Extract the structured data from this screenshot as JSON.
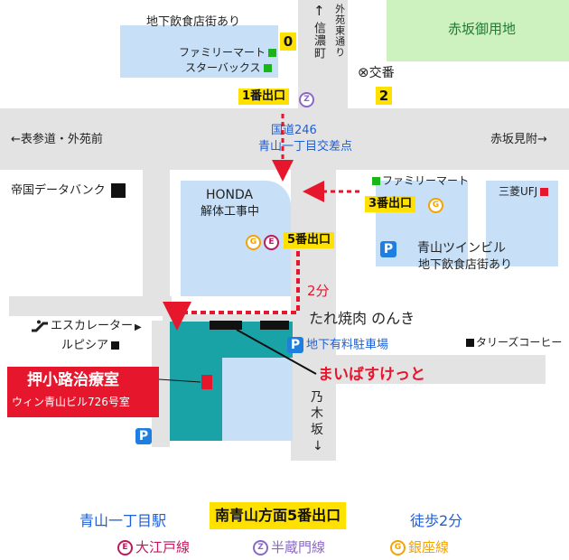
{
  "map": {
    "underground_dining_top": "地下飲食店街あり",
    "exit0_number": "0",
    "familymart_top": "ファミリーマート",
    "starbucks": "スターバックス",
    "koban_symbol": "⊗",
    "koban_label": "交番",
    "exit2_number": "2",
    "shinanomachi": "信濃町",
    "gaienhigashi_dori": "外苑東通り",
    "arrow_up": "↑",
    "akasaka_gyoen": "赤坂御用地",
    "exit1_label": "1番出口",
    "z_mark": "Z",
    "g_mark": "G",
    "e_mark": "E",
    "route246": "国道246",
    "intersection": "青山一丁目交差点",
    "omotesando": "←表参道・外苑前",
    "akasaka_mitsuke": "赤坂見附→",
    "teikoku_databank": "帝国データバンク",
    "honda_line1": "HONDA",
    "honda_line2": "解体工事中",
    "exit5_label": "5番出口",
    "familymart_right": "ファミリーマート",
    "exit3_label": "3番出口",
    "mufg": "三菱UFJ",
    "parking_symbol": "P",
    "aoyama_twin": "青山ツインビル",
    "underground_dining_right": "地下飲食店街あり",
    "two_min": "2分",
    "escalator_icon": "escalator",
    "escalator_label": "エスカレーター",
    "lupicia": "ルピシア",
    "tare_yakiniku": "たれ焼肉 のんき",
    "underground_parking": "地下有料駐車場",
    "tullys": "タリーズコーヒー",
    "clinic_name": "押小路治療室",
    "clinic_address": "ウィン青山ビル726号室",
    "mybasket": "まいばすけっと",
    "nogizaka_1": "乃",
    "nogizaka_2": "木",
    "nogizaka_3": "坂",
    "arrow_down": "↓"
  },
  "legend": {
    "station": "青山一丁目駅",
    "exit_direction": "南青山方面5番出口",
    "walk": "徒歩2分",
    "line_oedo": "大江戸線",
    "line_hanzomon": "半蔵門線",
    "line_ginza": "銀座線"
  },
  "colors": {
    "road": "#e3e3e3",
    "block": "#c7e0f7",
    "park": "#cdf2c0",
    "building_teal": "#1aa3a6",
    "route_red": "#e6162d",
    "tag_yellow": "#ffe100",
    "text_blue": "#1f5fd6"
  }
}
